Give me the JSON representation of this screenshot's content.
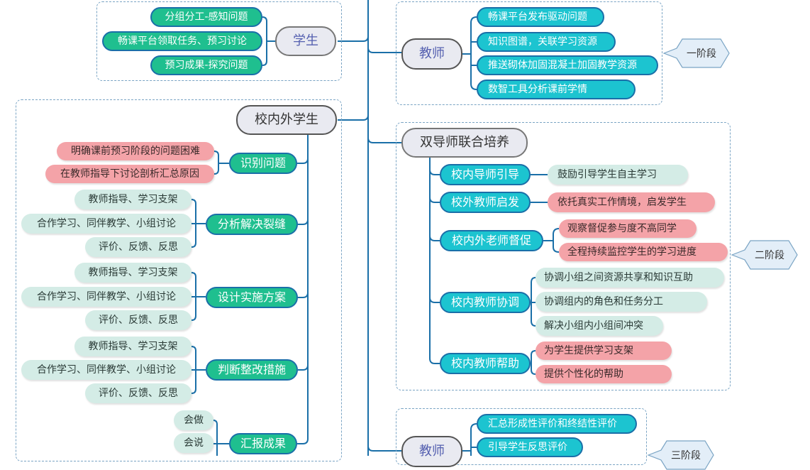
{
  "colors": {
    "connector": "#1a6fa8",
    "green_node": "#1fbf8f",
    "teal_node": "#1cc4d0",
    "pink_node": "#f4a3a8",
    "mint_node": "#d4ece6",
    "topic_fill": "#e9eaf1",
    "stage_fill": "#e3eef8",
    "frame": "#7aa4c4"
  },
  "student_group": {
    "topic": "学生",
    "items": [
      "分组分工-感知问题",
      "畅课平台领取任务、预习讨论",
      "预习成果-探究问题"
    ]
  },
  "teacher_stage1": {
    "topic": "教师",
    "items": [
      "畅课平台发布驱动问题",
      "知识图谱，关联学习资源",
      "推送砌体加固混凝土加固教学资源",
      "数智工具分析课前学情"
    ],
    "stage": "一阶段"
  },
  "inout_students": {
    "topic": "校内外学生",
    "branches": [
      {
        "label": "识别问题",
        "items": [
          "明确课前预习阶段的问题困难",
          "在教师指导下讨论剖析汇总原因"
        ]
      },
      {
        "label": "分析解决裂缝",
        "items": [
          "教师指导、学习支架",
          "合作学习、同伴教学、小组讨论",
          "评价、反馈、反思"
        ]
      },
      {
        "label": "设计实施方案",
        "items": [
          "教师指导、学习支架",
          "合作学习、同伴教学、小组讨论",
          "评价、反馈、反思"
        ]
      },
      {
        "label": "判断整改措施",
        "items": [
          "教师指导、学习支架",
          "合作学习、同伴教学、小组讨论",
          "评价、反馈、反思"
        ]
      },
      {
        "label": "汇报成果",
        "items": [
          "会做",
          "会说"
        ]
      }
    ]
  },
  "dual_mentor": {
    "topic": "双导师联合培养",
    "branches": [
      {
        "label": "校内导师引导",
        "items": [
          "鼓励引导学生自主学习"
        ]
      },
      {
        "label": "校外教师启发",
        "items": [
          "依托真实工作情境，启发学生"
        ]
      },
      {
        "label": "校内外老师督促",
        "items": [
          "观察督促参与度不高同学",
          "全程持续监控学生的学习进度"
        ]
      },
      {
        "label": "校内教师协调",
        "items": [
          "协调小组之间资源共享和知识互助",
          "协调组内的角色和任务分工",
          "解决小组内小组间冲突"
        ]
      },
      {
        "label": "校内教师帮助",
        "items": [
          "为学生提供学习支架",
          "提供个性化的帮助"
        ]
      }
    ],
    "stage": "二阶段"
  },
  "teacher_stage3": {
    "topic": "教师",
    "items": [
      "汇总形成性评价和终结性评价",
      "引导学生反思评价"
    ],
    "stage": "三阶段"
  }
}
